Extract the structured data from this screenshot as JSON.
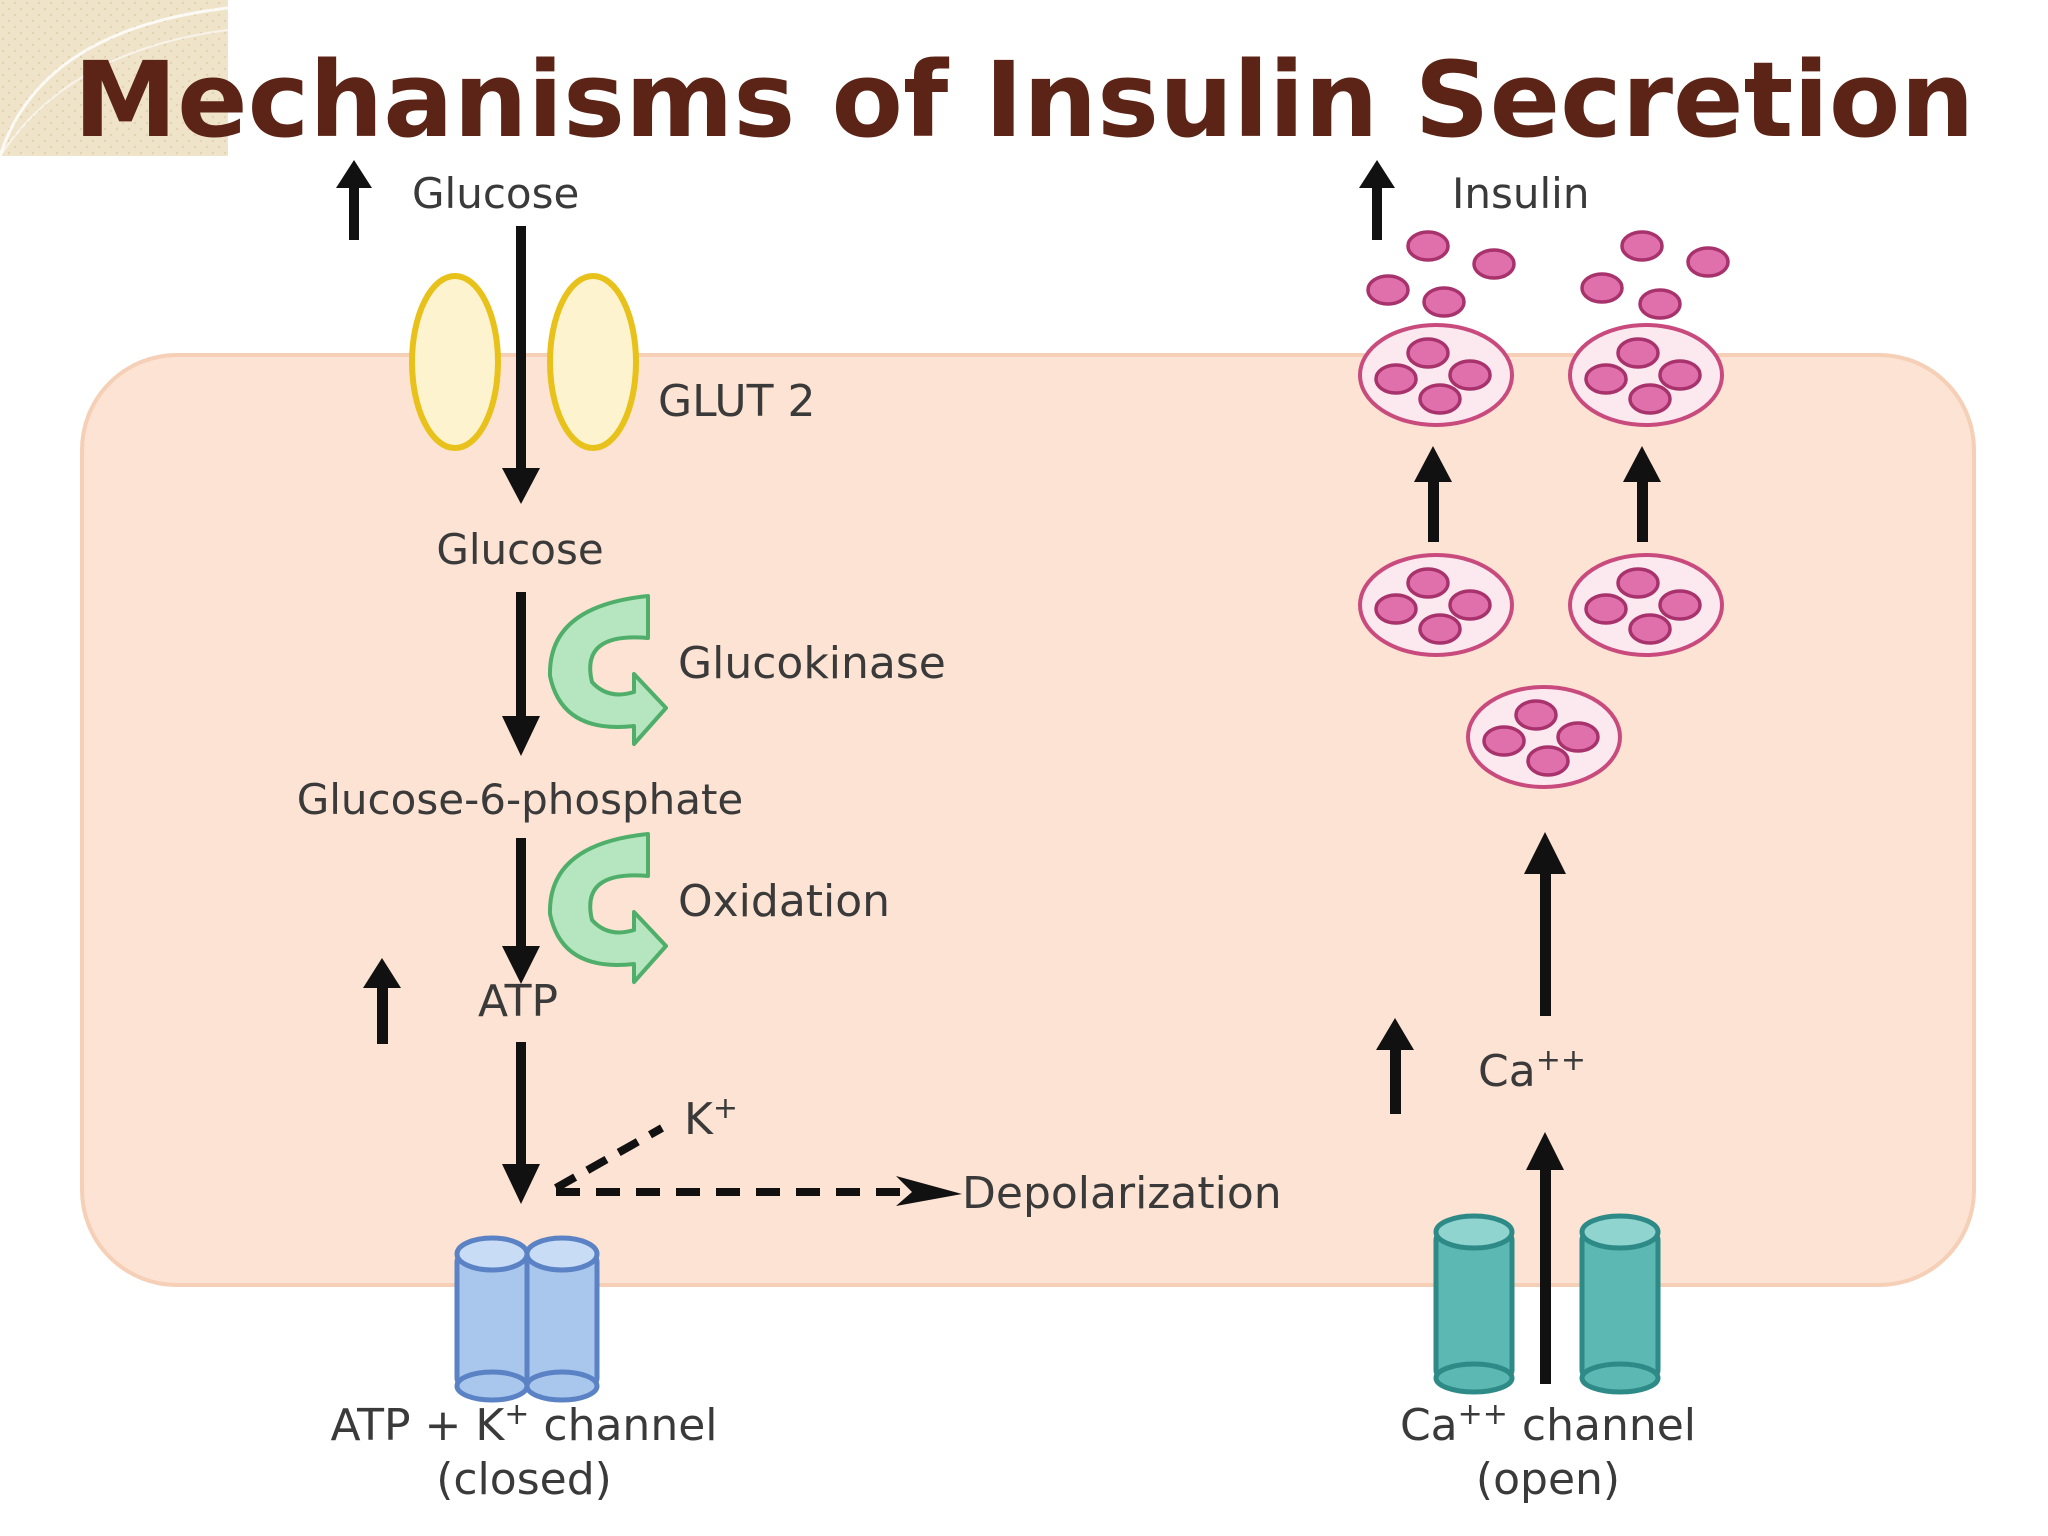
{
  "slide": {
    "title": "Mechanisms of Insulin Secretion"
  },
  "labels": {
    "glucose_outside": "Glucose",
    "glut2": "GLUT 2",
    "glucose_inside": "Glucose",
    "glucokinase": "Glucokinase",
    "g6p": "Glucose-6-phosphate",
    "oxidation": "Oxidation",
    "atp": "ATP",
    "k_base": "K",
    "k_sup": "+",
    "depolarization": "Depolarization",
    "ca_base": "Ca",
    "ca_sup": "++",
    "insulin": "Insulin",
    "atp_channel_a": "ATP + K",
    "atp_channel_sup": "+",
    "atp_channel_b": " channel",
    "atp_channel_state": "(closed)",
    "ca_channel_base": "Ca",
    "ca_channel_sup": "++",
    "ca_channel_b": " channel",
    "ca_channel_state": "(open)"
  },
  "colors": {
    "title": "#5c2417",
    "cell_fill": "#fce3d3",
    "cell_stroke": "#f5cfb6",
    "glut_stroke": "#e8c21a",
    "glut_fill": "#fdf4cf",
    "enzyme_arrow_fill": "#b5e6bf",
    "enzyme_arrow_stroke": "#4fae6a",
    "atp_channel_fill": "#a9c7ec",
    "atp_channel_stroke": "#5a82c4",
    "ca_channel_fill": "#5cb8b2",
    "ca_channel_stroke": "#2e8a86",
    "vesicle_fill": "#fbe9ef",
    "vesicle_stroke": "#c94b7d",
    "granule_fill": "#e070ac",
    "granule_stroke": "#a8326c"
  },
  "icons": {
    "corner": "decorative-corner",
    "glut": "glut2-transporter-icon",
    "enzyme": "curved-reaction-arrow-icon",
    "atp_channel": "atp-sensitive-k-channel-icon",
    "ca_channel": "calcium-channel-icon",
    "vesicle": "insulin-vesicle-icon"
  }
}
